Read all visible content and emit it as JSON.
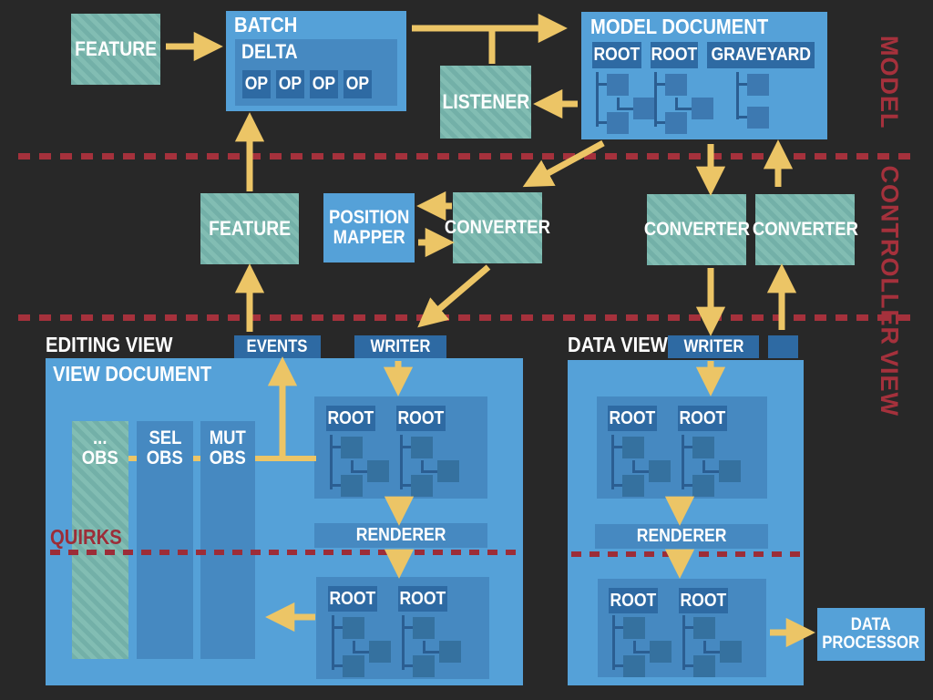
{
  "colors": {
    "background": "#282828",
    "container_blue": "#55a1d8",
    "mid_blue": "#4689c1",
    "dark_blue": "#2e6aa3",
    "teal_hatch": "#73b0a8",
    "arrow_yellow": "#ecc566",
    "accent_red": "#a5313c"
  },
  "sections": {
    "model": "MODEL",
    "controller": "CONTROLLER",
    "view": "VIEW"
  },
  "model": {
    "feature": "FEATURE",
    "batch": {
      "title": "BATCH",
      "delta": "DELTA",
      "ops": [
        "OP",
        "OP",
        "OP",
        "OP"
      ]
    },
    "listener": "LISTENER",
    "document": {
      "title": "MODEL DOCUMENT",
      "roots": [
        "ROOT",
        "ROOT",
        "GRAVEYARD"
      ]
    }
  },
  "controller": {
    "feature": "FEATURE",
    "position_mapper": "POSITION MAPPER",
    "converters": [
      "CONVERTER",
      "CONVERTER",
      "CONVERTER"
    ]
  },
  "view": {
    "editing": {
      "title": "EDITING VIEW",
      "events": "EVENTS",
      "writer": "WRITER",
      "doc_title": "VIEW DOCUMENT",
      "obs": [
        {
          "l1": "...",
          "l2": "OBS"
        },
        {
          "l1": "SEL",
          "l2": "OBS"
        },
        {
          "l1": "MUT",
          "l2": "OBS"
        }
      ],
      "quirks": "QUIRKS",
      "renderer": "RENDERER",
      "panel1": {
        "roots": [
          "ROOT",
          "ROOT"
        ]
      },
      "panel2": {
        "roots": [
          "ROOT",
          "ROOT"
        ]
      }
    },
    "data": {
      "title": "DATA VIEW",
      "writer": "WRITER",
      "renderer": "RENDERER",
      "panel1": {
        "roots": [
          "ROOT",
          "ROOT"
        ]
      },
      "panel2": {
        "roots": [
          "ROOT",
          "ROOT"
        ]
      },
      "processor": "DATA PROCESSOR"
    }
  }
}
